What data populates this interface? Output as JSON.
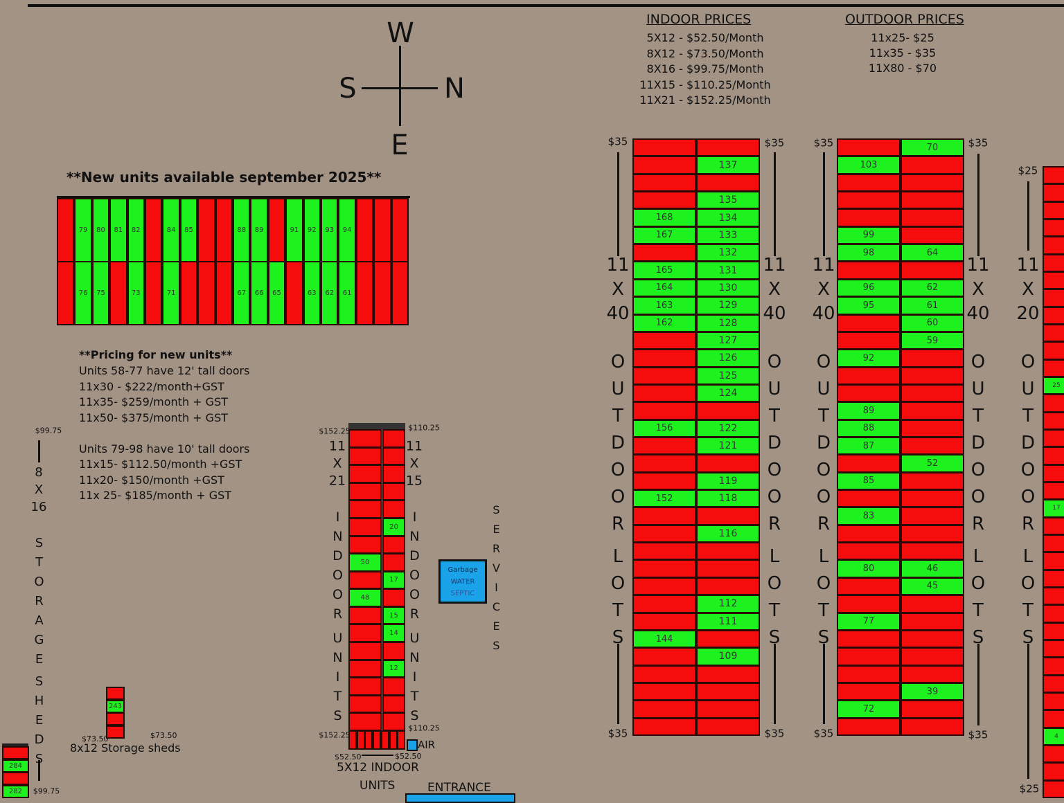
{
  "compass": {
    "north": "N",
    "south": "S",
    "east": "E",
    "west": "W"
  },
  "indoor_prices": {
    "title": "INDOOR PRICES",
    "lines": [
      "5X12 -  $52.50/Month",
      "8X12 -  $73.50/Month",
      "8X16 -  $99.75/Month",
      "11X15 -  $110.25/Month",
      "11X21 -  $152.25/Month"
    ]
  },
  "outdoor_prices": {
    "title": "OUTDOOR PRICES",
    "lines": [
      "11x25- $25",
      "11x35 - $35",
      "11X80 - $70"
    ]
  },
  "new_units": {
    "heading": "**New units available september 2025**",
    "top_row": [
      {
        "label": "",
        "status": "rented"
      },
      {
        "label": "79",
        "status": "available"
      },
      {
        "label": "80",
        "status": "available"
      },
      {
        "label": "81",
        "status": "available"
      },
      {
        "label": "82",
        "status": "available"
      },
      {
        "label": "",
        "status": "rented"
      },
      {
        "label": "84",
        "status": "available"
      },
      {
        "label": "85",
        "status": "available"
      },
      {
        "label": "",
        "status": "rented"
      },
      {
        "label": "",
        "status": "rented"
      },
      {
        "label": "88",
        "status": "available"
      },
      {
        "label": "89",
        "status": "available"
      },
      {
        "label": "",
        "status": "rented"
      },
      {
        "label": "91",
        "status": "available"
      },
      {
        "label": "92",
        "status": "available"
      },
      {
        "label": "93",
        "status": "available"
      },
      {
        "label": "94",
        "status": "available"
      },
      {
        "label": "",
        "status": "rented"
      },
      {
        "label": "",
        "status": "rented"
      },
      {
        "label": "",
        "status": "rented"
      }
    ],
    "bottom_row": [
      {
        "label": "",
        "status": "rented"
      },
      {
        "label": "76",
        "status": "available"
      },
      {
        "label": "75",
        "status": "available"
      },
      {
        "label": "",
        "status": "rented"
      },
      {
        "label": "73",
        "status": "available"
      },
      {
        "label": "",
        "status": "rented"
      },
      {
        "label": "71",
        "status": "available"
      },
      {
        "label": "",
        "status": "rented"
      },
      {
        "label": "",
        "status": "rented"
      },
      {
        "label": "",
        "status": "rented"
      },
      {
        "label": "67",
        "status": "available"
      },
      {
        "label": "66",
        "status": "available"
      },
      {
        "label": "65",
        "status": "available"
      },
      {
        "label": "",
        "status": "rented"
      },
      {
        "label": "63",
        "status": "available"
      },
      {
        "label": "62",
        "status": "available"
      },
      {
        "label": "61",
        "status": "available"
      },
      {
        "label": "",
        "status": "rented"
      },
      {
        "label": "",
        "status": "rented"
      },
      {
        "label": "",
        "status": "rented"
      }
    ],
    "pricing_title": "**Pricing for new units**",
    "pricing_lines": [
      "Units 58-77 have 12' tall doors",
      "11x30 - $222/month+GST",
      "11x35- $259/month + GST",
      "11x50- $375/month + GST",
      "",
      "Units 79-98 have 10' tall doors",
      "11x15- $112.50/month +GST",
      "11x20- $150/month +GST",
      "11x 25- $185/month + GST"
    ]
  },
  "storage_sheds_8x16": {
    "price_top": "$99.75",
    "price_bottom": "$99.75",
    "size": [
      "8",
      "X",
      "16"
    ],
    "words": [
      "STORAGE",
      "SHEDS"
    ],
    "units": [
      {
        "label": "",
        "status": "rented"
      },
      {
        "label": "284",
        "status": "available"
      },
      {
        "label": "",
        "status": "rented"
      },
      {
        "label": "282",
        "status": "available"
      }
    ]
  },
  "storage_sheds_8x12": {
    "caption": "8x12 Storage sheds",
    "price_left": "$73.50",
    "price_right": "$73.50",
    "units": [
      {
        "label": "",
        "status": "rented"
      },
      {
        "label": "243",
        "status": "available"
      },
      {
        "label": "",
        "status": "rented"
      },
      {
        "label": "",
        "status": "rented"
      }
    ]
  },
  "indoor_units": {
    "left": {
      "price_top": "$152.25",
      "price_bottom": "$152.25",
      "size": [
        "11",
        "X",
        "21"
      ],
      "words": [
        "INDOOR",
        "UNITS"
      ]
    },
    "right": {
      "price_top": "$110.25",
      "price_bottom": "$110.25",
      "size": [
        "11",
        "X",
        "15"
      ],
      "words": [
        "INDOOR",
        "UNITS"
      ]
    },
    "col_11x21": [
      "",
      "",
      "",
      "",
      "",
      "",
      "",
      "50",
      "",
      "48",
      "",
      "",
      "",
      "",
      "",
      "",
      ""
    ],
    "col_11x15": [
      "",
      "",
      "",
      "",
      "",
      "20",
      "",
      "",
      "17",
      "",
      "15",
      "14",
      "",
      "12",
      "",
      "",
      ""
    ],
    "row_5x12_count": 7,
    "price_5x12_left": "$52.50",
    "price_5x12_right": "$52.50",
    "caption": "5X12 INDOOR",
    "caption2": "UNITS"
  },
  "services": {
    "vertical_label": "SERVICES",
    "box_lines": [
      "Garbage",
      "WATER",
      "SEPTIC"
    ]
  },
  "air_label": "AIR",
  "entrance_label": "ENTRANCE",
  "outdoor_lots": {
    "words": [
      "OUTDOOR",
      "LOTS"
    ],
    "block1": {
      "price": "$35",
      "size": [
        "11",
        "X",
        "40"
      ],
      "col_a": [
        "",
        "",
        "",
        "",
        "168",
        "167",
        "",
        "165",
        "164",
        "163",
        "162",
        "",
        "",
        "",
        "",
        "",
        "156",
        "",
        "",
        "",
        "152",
        "",
        "",
        "",
        "",
        "",
        "",
        "",
        "144",
        "",
        "",
        "",
        "",
        ""
      ],
      "col_b": [
        "",
        "137",
        "",
        "135",
        "134",
        "133",
        "132",
        "131",
        "130",
        "129",
        "128",
        "127",
        "126",
        "125",
        "124",
        "",
        "122",
        "121",
        "",
        "119",
        "118",
        "",
        "116",
        "",
        "",
        "",
        "112",
        "111",
        "",
        "109",
        "",
        "",
        "",
        ""
      ]
    },
    "block2": {
      "price": "$35",
      "size": [
        "11",
        "X",
        "40"
      ],
      "col_a": [
        "",
        "103",
        "",
        "",
        "",
        "99",
        "98",
        "",
        "96",
        "95",
        "",
        "",
        "92",
        "",
        "",
        "89",
        "88",
        "87",
        "",
        "85",
        "",
        "83",
        "",
        "",
        "80",
        "",
        "",
        "77",
        "",
        "",
        "",
        "",
        "72",
        ""
      ],
      "col_b": [
        "70",
        "",
        "",
        "",
        "",
        "",
        "64",
        "",
        "62",
        "61",
        "60",
        "59",
        "",
        "",
        "",
        "",
        "",
        "",
        "52",
        "",
        "",
        "",
        "",
        "",
        "46",
        "45",
        "",
        "",
        "",
        "",
        "",
        "39",
        "",
        ""
      ]
    },
    "block3": {
      "price": "$25",
      "size": [
        "11",
        "X",
        "20"
      ],
      "col": [
        "",
        "",
        "",
        "",
        "",
        "",
        "",
        "",
        "",
        "",
        "",
        "",
        "25",
        "",
        "",
        "",
        "",
        "",
        "",
        "17",
        "",
        "",
        "",
        "",
        "",
        "",
        "",
        "",
        "",
        "",
        "",
        "",
        "4",
        "",
        "",
        ""
      ]
    }
  },
  "colors": {
    "rented": "#f50d0d",
    "available": "#1ef21e",
    "background": "#a39385",
    "services": "#1aa3e8"
  }
}
